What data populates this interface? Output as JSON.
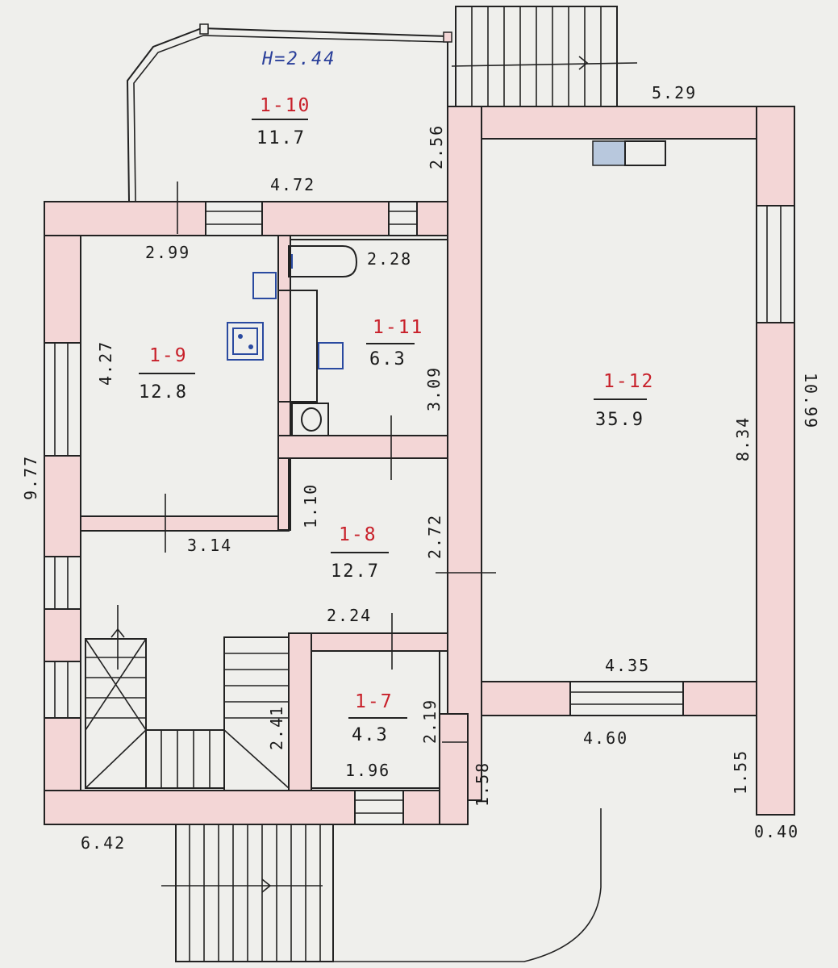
{
  "ceiling_height": "H=2.44",
  "rooms": [
    {
      "id": "1-10",
      "area": "11.7"
    },
    {
      "id": "1-9",
      "area": "12.8"
    },
    {
      "id": "1-11",
      "area": "6.3"
    },
    {
      "id": "1-12",
      "area": "35.9"
    },
    {
      "id": "1-8",
      "area": "12.7"
    },
    {
      "id": "1-7",
      "area": "4.3"
    }
  ],
  "dimensions": {
    "d_5_29": "5.29",
    "d_2_56": "2.56",
    "d_4_72": "4.72",
    "d_2_99": "2.99",
    "d_2_28": "2.28",
    "d_4_27": "4.27",
    "d_3_09": "3.09",
    "d_9_77": "9.77",
    "d_10_99": "10.99",
    "d_8_34": "8.34",
    "d_1_10": "1.10",
    "d_3_14": "3.14",
    "d_2_72": "2.72",
    "d_2_24": "2.24",
    "d_4_35": "4.35",
    "d_2_41": "2.41",
    "d_2_19": "2.19",
    "d_4_60": "4.60",
    "d_1_55": "1.55",
    "d_1_96": "1.96",
    "d_1_58": "1.58",
    "d_6_42": "6.42",
    "d_0_40": "0.40"
  }
}
